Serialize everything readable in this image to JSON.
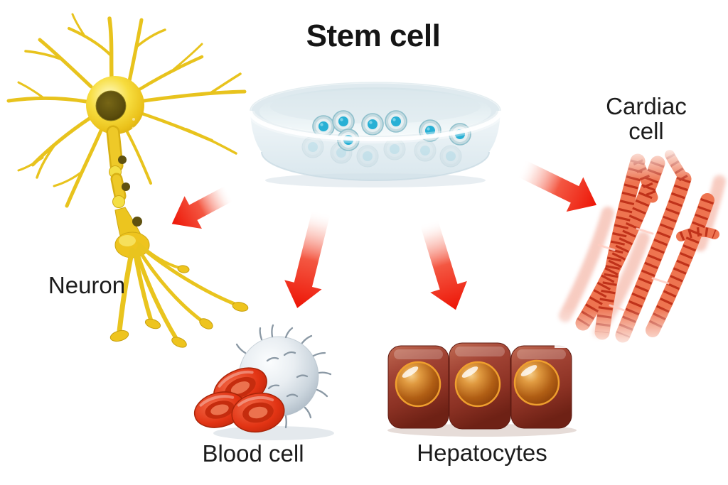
{
  "title": "Stem cell",
  "labels": {
    "neuron": "Neuron",
    "blood_cell": "Blood cell",
    "hepatocytes": "Hepatocytes",
    "cardiac_line1": "Cardiac",
    "cardiac_line2": "cell"
  },
  "illustrations": {
    "petri_dish": "petri dish containing cultured stem cells",
    "stem_cell_count": 13,
    "neuron": "yellow neuron with dendrites, myelinated axon and axon terminals",
    "blood_cell": "white blood cell sphere with three red blood cells",
    "hepatocyte_count": 3,
    "red_blood_cell_count": 3,
    "cardiac_cell": "striated cardiac muscle fibers",
    "arrow_count": 4
  },
  "colors": {
    "background": "#ffffff",
    "text": "#1c1c1c",
    "arrow_red": "#ed1405",
    "neuron_yellow": "#e9c41e",
    "stem_cell_nucleus_blue": "#28b0d5",
    "red_blood_cell": "#e13818",
    "white_blood_cell": "#ccd6de",
    "hepatocyte_maroon": "#8c3224",
    "hepatocyte_nucleus_orange": "#c37322",
    "cardiac_fiber_red": "#e0492c"
  }
}
